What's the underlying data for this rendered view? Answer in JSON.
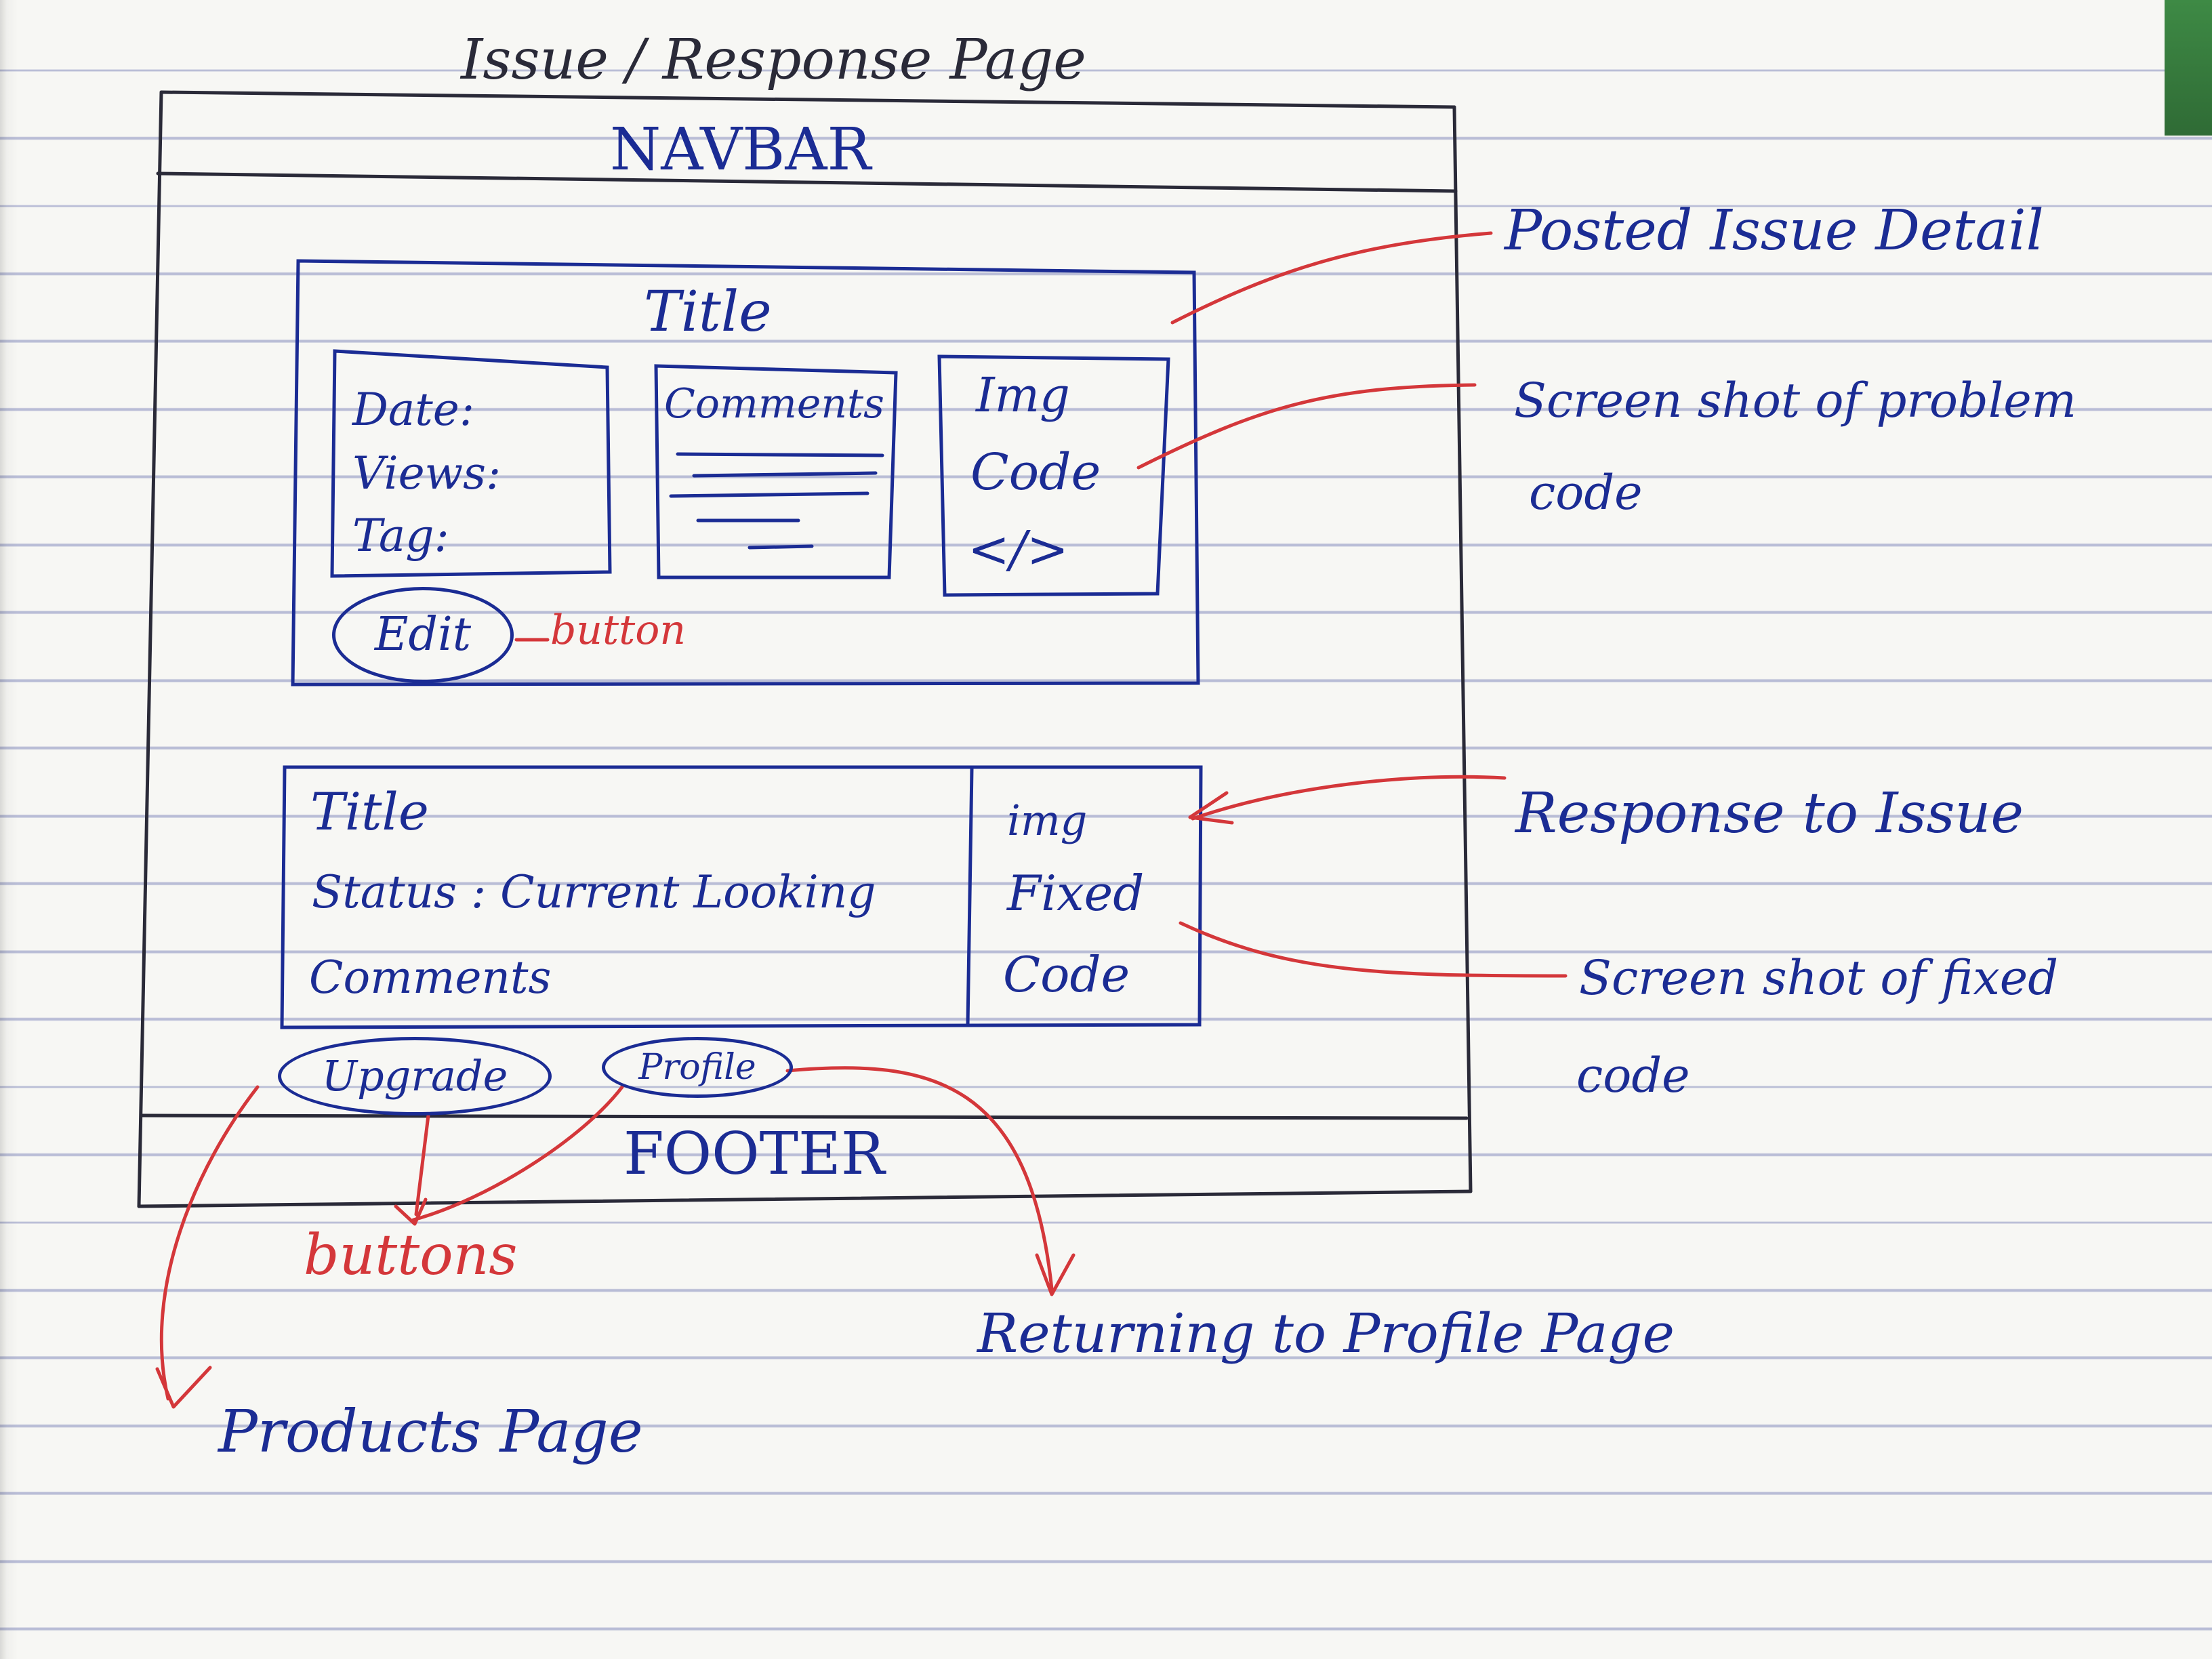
{
  "page_title": "Issue / Response Page",
  "wireframe": {
    "navbar": "NAVBAR",
    "footer": "FOOTER",
    "issue_panel": {
      "title": "Title",
      "meta": [
        "Date:",
        "Views:",
        "Tag:"
      ],
      "comments_label": "Comments",
      "media": [
        "Img",
        "Code",
        "</>"
      ],
      "edit_button": "Edit"
    },
    "response_panel": {
      "title": "Title",
      "status": "Status : Current Looking",
      "comments": "Comments",
      "media": [
        "img",
        "Fixed",
        "Code"
      ]
    },
    "upgrade_button": "Upgrade",
    "profile_button": "Profile"
  },
  "annotations": {
    "edit_button_note": "button",
    "posted_issue_detail": "Posted Issue Detail",
    "problem_code_screenshot": [
      "Screen shot of problem",
      "code"
    ],
    "response_to_issue": "Response to Issue",
    "fixed_code_screenshot": [
      "Screen shot of fixed",
      "code"
    ],
    "buttons_note": "buttons",
    "returning_to_profile": "Returning to Profile Page",
    "products_page": "Products Page"
  },
  "colors": {
    "ink_blue": "#1b2c94",
    "ink_red": "#d4373a",
    "ink_dark": "#2a2a38",
    "paper": "#f7f7f4",
    "ruled_line": "#b9bdd6"
  }
}
